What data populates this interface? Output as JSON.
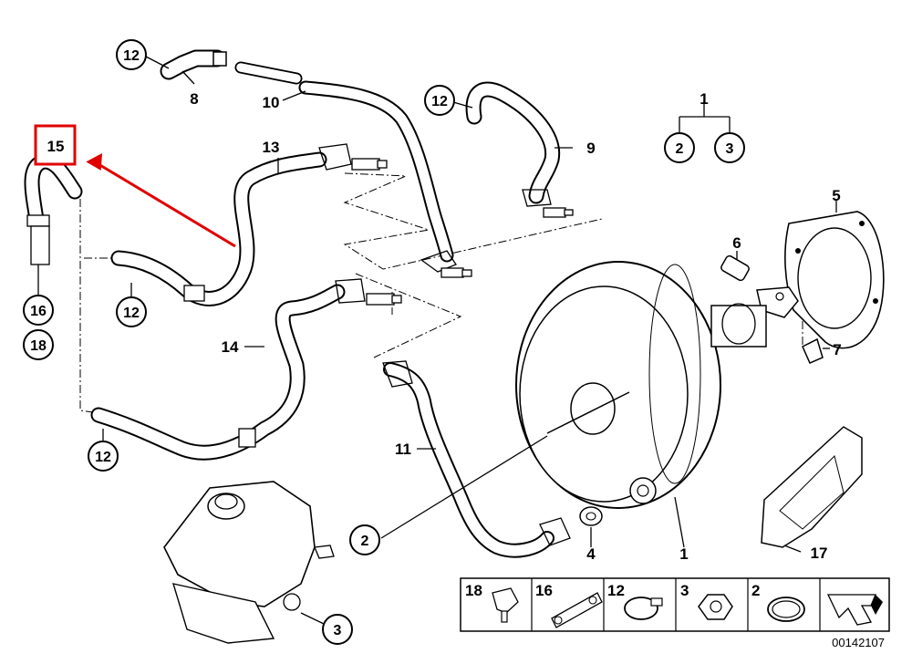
{
  "callouts": {
    "c1_top": "1",
    "c2_top": "2",
    "c3_top": "3",
    "c5": "5",
    "c6": "6",
    "c7": "7",
    "c8": "8",
    "c9": "9",
    "c10": "10",
    "c11": "11",
    "c13": "13",
    "c14": "14",
    "c12_a": "12",
    "c12_b": "12",
    "c12_c": "12",
    "c12_d": "12",
    "c15": "15",
    "c16": "16",
    "c18": "18",
    "c2_bottom": "2",
    "c3_bottom": "3",
    "c4": "4",
    "c1_bottom": "1",
    "c17": "17"
  },
  "legend": {
    "items": [
      {
        "number": "18",
        "icon": "clip-icon"
      },
      {
        "number": "16",
        "icon": "bracket-icon"
      },
      {
        "number": "12",
        "icon": "hose-clamp-icon"
      },
      {
        "number": "3",
        "icon": "nut-icon"
      },
      {
        "number": "2",
        "icon": "seal-ring-icon"
      },
      {
        "number": "",
        "icon": "arrow-icon"
      }
    ]
  },
  "diagram_id": "00142107",
  "highlight": {
    "color": "#e00000",
    "target": "15"
  }
}
